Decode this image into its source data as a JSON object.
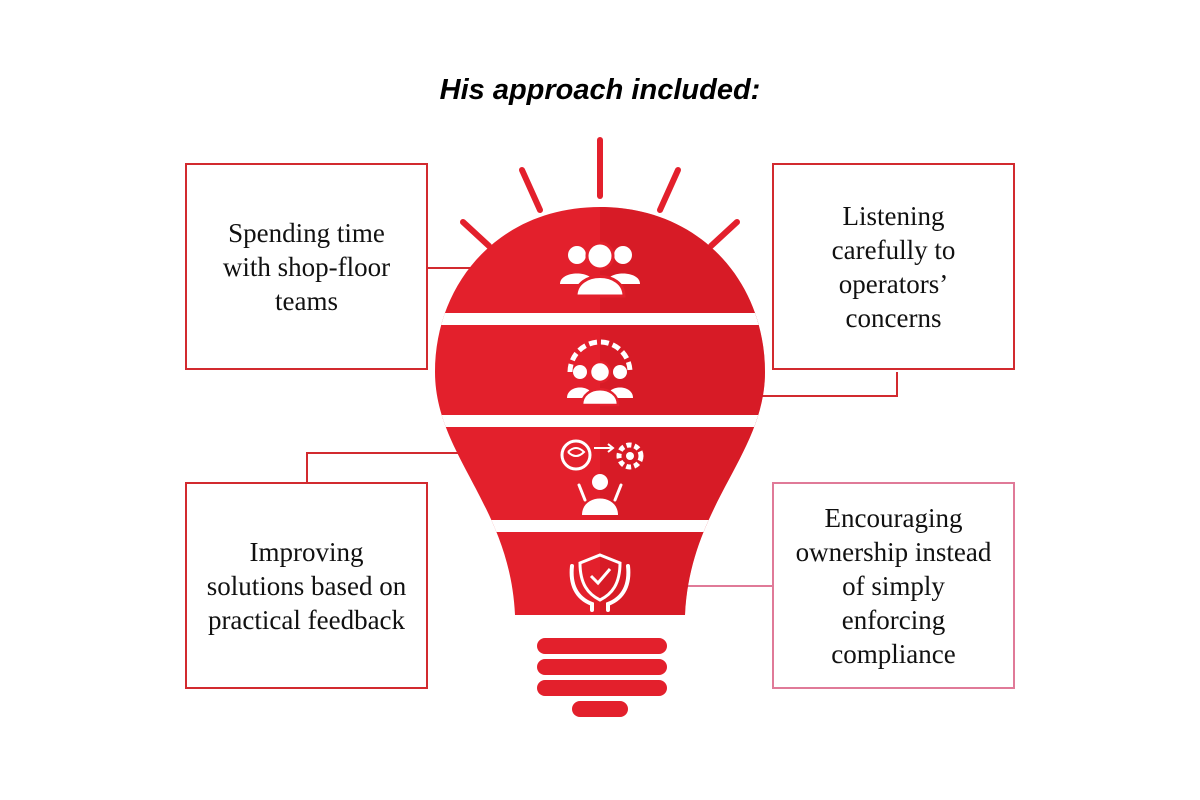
{
  "title": "His approach included:",
  "items": [
    {
      "text": "Spending time with shop-floor teams",
      "icon": "team-icon"
    },
    {
      "text": "Listening carefully to operators’ concerns",
      "icon": "team-gear-icon"
    },
    {
      "text": "Improving solutions based on practical feedback",
      "icon": "idea-to-action-icon"
    },
    {
      "text": "Encouraging ownership instead of simply enforcing compliance",
      "icon": "hands-shield-icon"
    }
  ],
  "colors": {
    "bulb_red": "#e3202c",
    "bulb_shadow": "#c8161f",
    "box_border": "#d22a2f",
    "box_border_pink": "#e07a98",
    "connector": "#d22a2f"
  }
}
